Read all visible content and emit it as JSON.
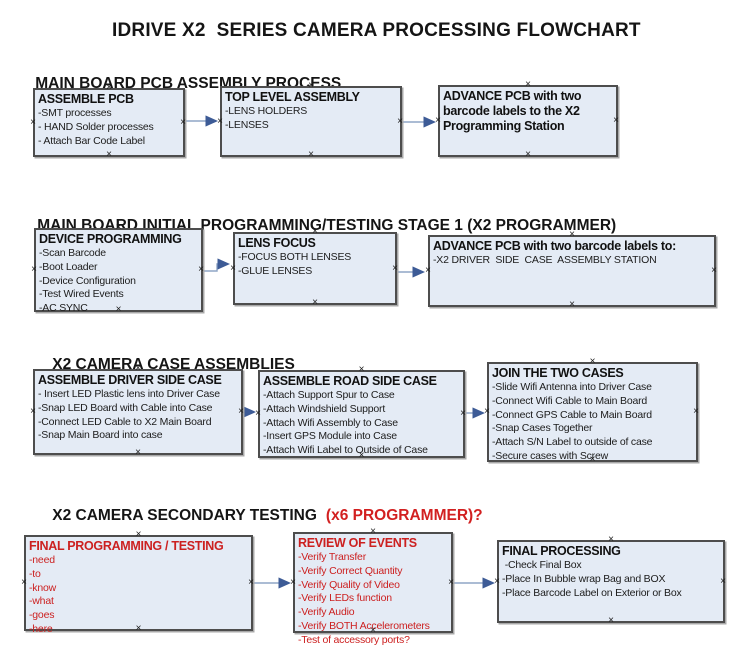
{
  "page_title": "IDRIVE X2  SERIES CAMERA PROCESSING FLOWCHART",
  "colors": {
    "box_fill": "#e4ebf5",
    "box_border": "#4d4d4d",
    "connector_line": "#8fa5c6",
    "connector_arrowhead": "#3d5b96",
    "alert_red": "#cc2020",
    "heading_red": "#d22020",
    "text_black": "#151515"
  },
  "sections": [
    {
      "heading": "MAIN BOARD PCB ASSEMBLY PROCESS",
      "heading_highlight": "",
      "boxes": [
        {
          "title": "ASSEMBLE PCB",
          "items": [
            "-SMT processes",
            "- HAND Solder processes",
            "- Attach Bar Code Label"
          ]
        },
        {
          "title": "TOP LEVEL ASSEMBLY",
          "items": [
            "-LENS HOLDERS",
            "-LENSES"
          ]
        },
        {
          "title": "ADVANCE PCB with two barcode labels to the  X2 Programming Station",
          "items": []
        }
      ]
    },
    {
      "heading": "MAIN BOARD INITIAL PROGRAMMING/TESTING STAGE 1 (X2 PROGRAMMER)",
      "heading_highlight": "",
      "boxes": [
        {
          "title": "DEVICE PROGRAMMING",
          "items": [
            "-Scan Barcode",
            "-Boot Loader",
            "-Device Configuration",
            "-Test Wired Events",
            "-AC SYNC"
          ]
        },
        {
          "title": "LENS FOCUS",
          "items": [
            "-FOCUS BOTH LENSES",
            "-GLUE LENSES"
          ]
        },
        {
          "title": "ADVANCE PCB with two barcode labels to:",
          "items": [
            "-X2 DRIVER  SIDE  CASE  ASSEMBLY STATION"
          ]
        }
      ]
    },
    {
      "heading": "X2 CAMERA CASE ASSEMBLIES",
      "heading_highlight": "",
      "boxes": [
        {
          "title": "ASSEMBLE DRIVER SIDE CASE",
          "items": [
            "- Insert LED Plastic lens into Driver Case",
            "-Snap LED Board with Cable into Case",
            "-Connect LED Cable to X2 Main Board",
            "-Snap Main Board into case"
          ]
        },
        {
          "title": "ASSEMBLE ROAD SIDE CASE",
          "items": [
            "-Attach Support Spur to Case",
            "-Attach Windshield Support",
            "-Attach Wifi Assembly to Case",
            "-Insert GPS Module into Case",
            "-Attach Wifi Label to Outside of Case"
          ]
        },
        {
          "title": "JOIN THE TWO CASES",
          "items": [
            "-Slide Wifi Antenna into Driver Case",
            "-Connect Wifi Cable to Main Board",
            "-Connect GPS Cable to Main Board",
            "-Snap Cases Together",
            "-Attach S/N Label to outside of case",
            "-Secure cases with Screw"
          ]
        }
      ]
    },
    {
      "heading": "X2 CAMERA SECONDARY TESTING",
      "heading_highlight": "(x6 PROGRAMMER)?",
      "boxes": [
        {
          "title": "FINAL PROGRAMMING / TESTING",
          "items": [
            "-need",
            "-to",
            "-know",
            "-what",
            "-goes",
            "-here"
          ]
        },
        {
          "title": "REVIEW OF EVENTS",
          "items": [
            "-Verify Transfer",
            "-Verify Correct Quantity",
            "-Verify Quality of Video",
            "-Verify LEDs function",
            "-Verify Audio",
            "-Verify BOTH Accelerometers",
            "-Test of accessory ports?"
          ]
        },
        {
          "title": "FINAL PROCESSING",
          "items": [
            " -Check Final Box",
            "-Place In Bubble wrap Bag and BOX",
            "-Place Barcode Label on Exterior or Box"
          ]
        }
      ]
    }
  ]
}
